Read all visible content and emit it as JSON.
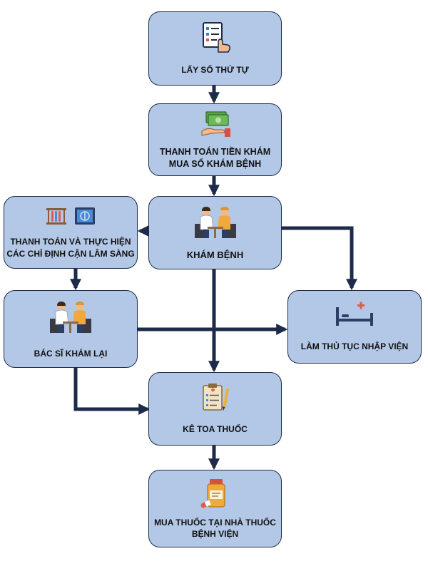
{
  "nodes": {
    "queue": "LẤY SỐ THỨ TỰ",
    "payment": "THANH TOÁN TIỀN KHÁM\nMUA SỔ KHÁM BỆNH",
    "exam": "KHÁM BỆNH",
    "tests": "THANH TOÁN VÀ THỰC HIỆN\nCÁC CHỈ ĐỊNH CẬN LÂM SÀNG",
    "reexam": "BÁC SĨ KHÁM LẠI",
    "admit": "LÀM THỦ TỤC NHẬP VIỆN",
    "prescribe": "KÊ TOA THUỐC",
    "pharmacy": "MUA THUỐC TẠI NHÀ THUỐC\nBỆNH VIỆN"
  },
  "icons": {
    "queue": "checklist-hand-icon",
    "payment": "money-hand-icon",
    "exam": "doctor-patient-icon",
    "tests": "lab-equipment-icon",
    "reexam": "doctor-patient-icon",
    "admit": "hospital-bed-icon",
    "prescribe": "prescription-clipboard-icon",
    "pharmacy": "medicine-bottle-icon"
  },
  "colors": {
    "box_fill": "#b3c8e6",
    "box_border": "#1e2a4a",
    "arrow": "#1e2a4a"
  }
}
